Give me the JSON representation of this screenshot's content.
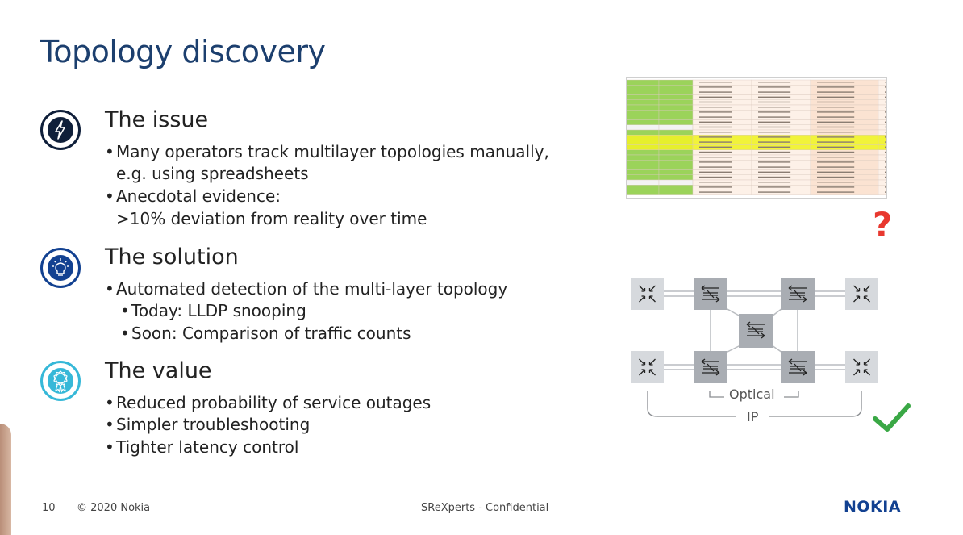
{
  "title": "Topology discovery",
  "sections": [
    {
      "heading": "The issue",
      "icon": "lightning-icon",
      "color": "#0f1f3a",
      "bullets": [
        "Many operators track multilayer topologies manually,",
        "e.g. using spreadsheets",
        "Anecdotal evidence:",
        ">10% deviation from reality over time"
      ]
    },
    {
      "heading": "The solution",
      "icon": "lightbulb-icon",
      "color": "#124191",
      "bullets": [
        "Automated detection of the multi-layer topology",
        "Today: LLDP snooping",
        "Soon: Comparison of traffic counts"
      ]
    },
    {
      "heading": "The value",
      "icon": "award-ribbon-icon",
      "color": "#36b8d8",
      "bullets": [
        "Reduced probability of service outages",
        "Simpler troubleshooting",
        "Tighter latency control"
      ]
    }
  ],
  "diagram": {
    "optical_label": "Optical",
    "ip_label": "IP",
    "question_mark": "?"
  },
  "footer": {
    "page_number": "10",
    "copyright": "© 2020 Nokia",
    "confidential": "SReXperts - Confidential",
    "logo": "NOKIA"
  },
  "colors": {
    "title": "#1c3f6e",
    "check": "#3aa845",
    "question": "#e8382f",
    "logo": "#124191",
    "optical_node": "#a9adb3",
    "ip_node": "#d6d9dd"
  }
}
